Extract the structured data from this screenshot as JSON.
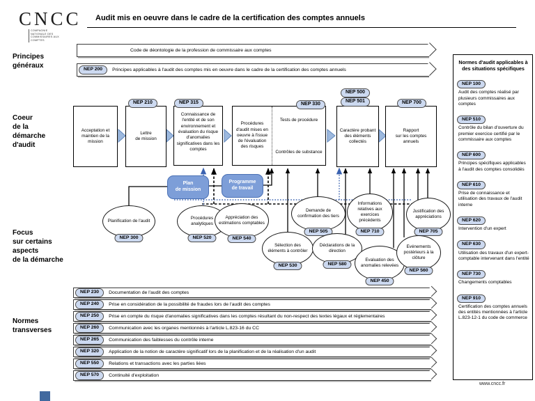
{
  "colors": {
    "pill_bg": "#ccd9f0",
    "blue_box": "#7d9ed8",
    "blue_box_border": "#4a70b4",
    "chevron": "#9db9de",
    "dotted_blue": "#3a62b0"
  },
  "header": {
    "logo_text": "CNCC",
    "logo_subtitle": "COMPAGNIE\nNATIONALE DES\nCOMMISSAIRES AUX\nCOMPTES",
    "title": "Audit mis en oeuvre dans le cadre de la certification des comptes annuels",
    "footer_url": "www.cncc.fr"
  },
  "section_labels": {
    "principes": "Principes\ngénéraux",
    "coeur": "Coeur\nde la\ndémarche\nd'audit",
    "focus": "Focus\nsur certains\naspects\nde la démarche",
    "normes": "Normes\ntransverses"
  },
  "top_banners": [
    {
      "text": "Code de déontologie de la profession de commissaire aux comptes"
    },
    {
      "nep": "NEP 200",
      "text": "Principes applicables à l'audit des comptes mis en oeuvre dans le cadre de la certification des comptes annuels"
    }
  ],
  "core_flow": {
    "boxes": [
      {
        "text": "Acceptation et maintien de la mission"
      },
      {
        "nep": "NEP 210",
        "text": "Lettre\nde mission"
      },
      {
        "nep": "NEP 315",
        "text": "Connaissance de l'entité et de son environnement et évaluation du risque d'anomalies significatives dans les comptes"
      },
      {
        "nep": "NEP 330",
        "left": "Procédures d'audit mises en oeuvre à l'issue de l'évaluation des risques",
        "top_right": "Tests de procédure",
        "bottom_right": "Contrôles de substance"
      },
      {
        "nep_a": "NEP 500",
        "nep_b": "NEP 501",
        "text": "Caractère probant des éléments collectés"
      },
      {
        "nep": "NEP 700",
        "text": "Rapport\nsur les comptes\nannuels"
      }
    ],
    "plan_box": "Plan\nde mission",
    "programme_box": "Programme\nde travail"
  },
  "focus_ovals": [
    {
      "nep": "NEP 300",
      "text": "Planification de l'audit"
    },
    {
      "nep": "NEP 520",
      "text": "Procédures analytiques"
    },
    {
      "nep": "NEP 540",
      "text": "Appréciation des estimations comptables"
    },
    {
      "nep": "NEP 530",
      "text": "Sélection des éléments à contrôler"
    },
    {
      "nep": "NEP 505",
      "text": "Demande de confirmation des tiers"
    },
    {
      "nep": "NEP 580",
      "text": "Déclarations de la direction"
    },
    {
      "nep": "NEP 450",
      "text": "Evaluation des anomalies relevées"
    },
    {
      "nep": "NEP 710",
      "text": "Informations relatives aux exercices précédents"
    },
    {
      "nep": "NEP 705",
      "text": "Justification des appréciations"
    },
    {
      "nep": "NEP 560",
      "text": "Evénements postérieurs à la clôture"
    }
  ],
  "transverse_banners": [
    {
      "nep": "NEP 230",
      "text": "Documentation de l'audit des comptes"
    },
    {
      "nep": "NEP 240",
      "text": "Prise en considération de la possibilité de fraudes lors de l'audit des comptes"
    },
    {
      "nep": "NEP 250",
      "text": "Prise en compte du risque d'anomalies significatives dans les comptes résultant du non-respect des textes légaux et réglementaires"
    },
    {
      "nep": "NEP 260",
      "text": "Communication avec les organes mentionnés à l'article L.823-16 du CC"
    },
    {
      "nep": "NEP 265",
      "text": "Communication des faiblesses du contrôle interne"
    },
    {
      "nep": "NEP 320",
      "text": "Application de la notion de caractère significatif lors de la planification et de la réalisation d'un audit"
    },
    {
      "nep": "NEP 550",
      "text": "Relations et transactions avec les parties liées"
    },
    {
      "nep": "NEP 570",
      "text": "Continuité d'exploitation"
    }
  ],
  "right_panel": {
    "title": "Normes d'audit applicables à des situations spécifiques",
    "items": [
      {
        "nep": "NEP 100",
        "text": "Audit des comptes réalisé par plusieurs commissaires aux comptes"
      },
      {
        "nep": "NEP 510",
        "text": "Contrôle du bilan d'ouverture du premier exercice certifié par le commissaire aux comptes"
      },
      {
        "nep": "NEP 600",
        "text": "Principes spécifiques applicables à l'audit des comptes consolidés"
      },
      {
        "nep": "NEP 610",
        "text": "Prise de connaissance et utilisation des travaux de l'audit interne"
      },
      {
        "nep": "NEP 620",
        "text": "Intervention d'un expert"
      },
      {
        "nep": "NEP 630",
        "text": "Utilisation des travaux d'un expert-comptable intervenant dans l'entité"
      },
      {
        "nep": "NEP 730",
        "text": "Changements comptables"
      },
      {
        "nep": "NEP 910",
        "text": "Certification des comptes annuels des entités mentionnées à l'article L.823-12-1 du code de commerce"
      }
    ]
  }
}
